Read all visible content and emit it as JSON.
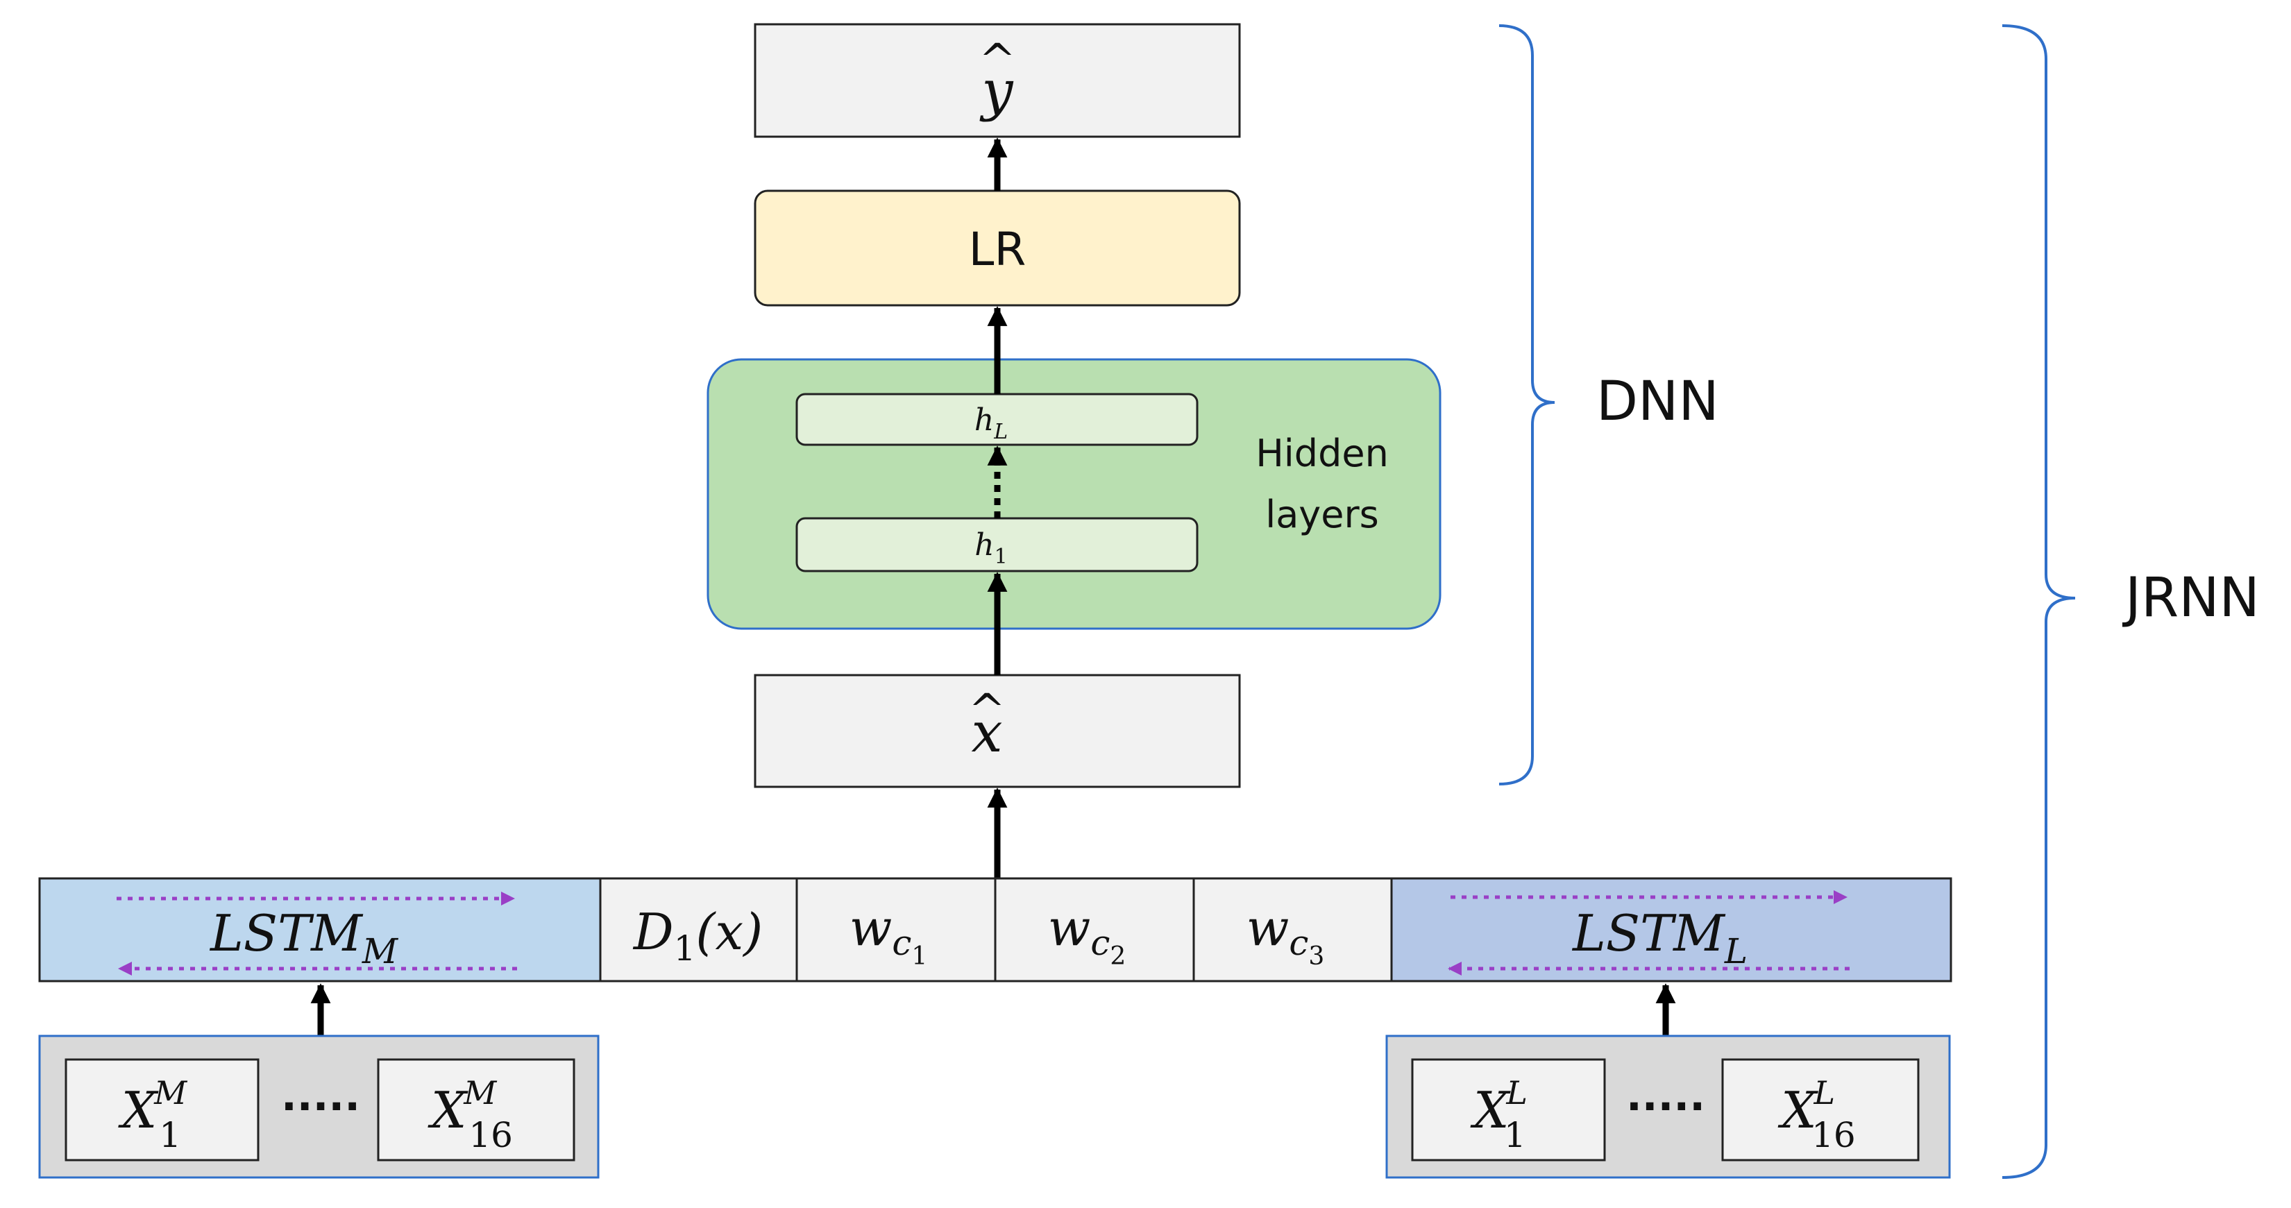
{
  "dnn": {
    "output_base": "y",
    "output_hat": "^",
    "lr_label": "LR",
    "hidden_top_base": "h",
    "hidden_top_sub": "L",
    "hidden_bottom_base": "h",
    "hidden_bottom_sub": "1",
    "hidden_caption_line1": "Hidden",
    "hidden_caption_line2": "layers",
    "input_base": "x",
    "input_hat": "^",
    "brace_label": "DNN"
  },
  "jrnn": {
    "brace_label": "JRNN"
  },
  "feature_row": {
    "lstm_m_base": "LSTM",
    "lstm_m_sub": "M",
    "d1_label": "D",
    "d1_sub": "1",
    "d1_arg": "(x)",
    "wc1_base": "w",
    "wc1_sub": "c",
    "wc1_subsub": "1",
    "wc2_base": "w",
    "wc2_sub": "c",
    "wc2_subsub": "2",
    "wc3_base": "w",
    "wc3_sub": "c",
    "wc3_subsub": "3",
    "lstm_l_base": "LSTM",
    "lstm_l_sub": "L"
  },
  "inputs_m": {
    "first_base": "X",
    "first_sub": "1",
    "first_sup": "M",
    "ellipsis": ".....",
    "last_base": "X",
    "last_sub": "16",
    "last_sup": "M"
  },
  "inputs_l": {
    "first_base": "X",
    "first_sub": "1",
    "first_sup": "L",
    "ellipsis": ".....",
    "last_base": "X",
    "last_sub": "16",
    "last_sup": "L"
  },
  "colors": {
    "gray_box": "#f2f2f2",
    "lr_fill": "#fff2cc",
    "hidden_fill": "#b9dfb0",
    "hidden_inner_fill": "#e2f0d9",
    "lstm_m_fill": "#bdd7ee",
    "lstm_l_fill": "#b4c7e7",
    "input_group_fill": "#d9d9d9",
    "brace": "#2f6fc9",
    "dotted_arrow": "#9a3fc6"
  }
}
